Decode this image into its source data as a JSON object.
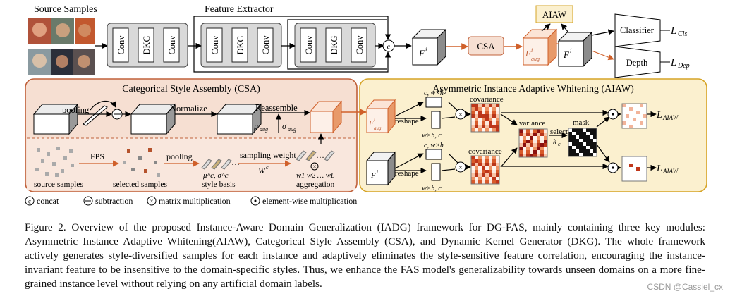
{
  "figure": {
    "source_samples_label": "Source Samples",
    "feature_extractor_label": "Feature Extractor",
    "blocks": [
      [
        "Conv",
        "DKG",
        "Conv"
      ],
      [
        "Conv",
        "DKG",
        "Conv"
      ],
      [
        "Conv",
        "DKG",
        "Conv"
      ]
    ],
    "concat_symbol": "c",
    "feature_top": "F",
    "feature_sup": "i",
    "csa_box": "CSA",
    "faug_main": "F",
    "faug_sup": "i",
    "faug_sub": "aug",
    "aiaw_box": "AIAW",
    "classifier": "Classifier",
    "depth": "Depth",
    "l_cls": "L",
    "l_cls_sub": "Cls",
    "l_dep": "L",
    "l_dep_sub": "Dep",
    "csa_panel": {
      "title": "Categorical Style Assembly (CSA)",
      "pooling": "pooling",
      "normalize": "Normalize",
      "reassemble": "Reassemble",
      "mu_aug": "μ",
      "mu_aug_sub": "aug",
      "sigma_aug": "σ",
      "sigma_aug_sub": "aug",
      "fps": "FPS",
      "pooling2": "pooling",
      "sampling_weight": "sampling weight",
      "wc": "W",
      "wc_sup": "c",
      "source_samples": "source samples",
      "selected_samples": "selected samples",
      "style_basis": "style basis",
      "mu_sigma_c": "μ^c, σ^c",
      "weights": "w1 w2 … wL",
      "aggregation": "aggregation"
    },
    "aiaw_panel": {
      "title": "Asymmetric Instance Adaptive Whitening (AIAW)",
      "reshape1": "reshape",
      "reshape2": "reshape",
      "dims_top1": "c, w×h",
      "dims_bot1": "w×h, c",
      "dims_top2": "c, w×h",
      "dims_bot2": "w×h, c",
      "covariance1": "covariance",
      "covariance2": "covariance",
      "variance": "variance",
      "select": "select",
      "kc": "k",
      "kc_sub": "c",
      "mask": "mask",
      "l_aiaw1": "L",
      "l_aiaw1_sub": "AIAW",
      "l_aiaw2": "L",
      "l_aiaw2_sub": "AIAW"
    },
    "legend": {
      "concat": "concat",
      "subtraction": "subtraction",
      "matrix_mult": "matrix multiplication",
      "elementwise": "element-wise multiplication"
    }
  },
  "caption": "Figure 2. Overview of the proposed Instance-Aware Domain Generalization (IADG) framework for DG-FAS, mainly containing three key modules: Asymmetric Instance Adaptive Whitening(AIAW), Categorical Style Assembly (CSA), and Dynamic Kernel Generator (DKG). The whole framework actively generates style-diversified samples for each instance and adaptively eliminates the style-sensitive feature correlation, encouraging the instance-invariant feature to be insensitive to the domain-specific styles. Thus, we enhance the FAS model's generalizability towards unseen domains on a more fine-grained instance level without relying on any artificial domain labels.",
  "watermark": "CSDN @Cassiel_cx",
  "colors": {
    "csa_fill": "#f6dfd2",
    "csa_stroke": "#c0603a",
    "aiaw_fill": "#fbf0cf",
    "aiaw_stroke": "#d6a427",
    "orange_arrow": "#d0602a",
    "block_fill": "#d9d9d9"
  }
}
